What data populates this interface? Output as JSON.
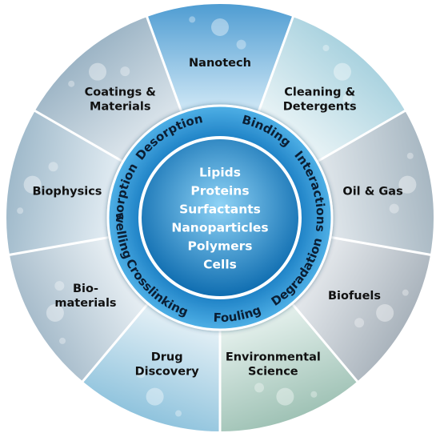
{
  "segments": [
    {
      "lines": [
        "Biophysics"
      ],
      "icon": "bubble-spheres-icon",
      "colors": [
        "#dfeaf1",
        "#9fb9ca"
      ]
    },
    {
      "lines": [
        "Coatings &",
        "Materials"
      ],
      "icon": "coated-surface-icon",
      "colors": [
        "#d9e3ea",
        "#9cb4c5"
      ]
    },
    {
      "lines": [
        "Nanotech"
      ],
      "icon": "droplet-on-nanopillars-icon",
      "colors": [
        "#c9e4f4",
        "#4e9cd2"
      ]
    },
    {
      "lines": [
        "Cleaning &",
        "Detergents"
      ],
      "icon": "foam-icon",
      "colors": [
        "#e6f2f5",
        "#a9d2df"
      ]
    },
    {
      "lines": [
        "Oil & Gas"
      ],
      "icon": "offshore-rig-icon",
      "colors": [
        "#dde4e9",
        "#a7b7c2"
      ]
    },
    {
      "lines": [
        "Biofuels"
      ],
      "icon": "fuel-cell-logo-icon",
      "colors": [
        "#e2e6ea",
        "#a9b3bc"
      ]
    },
    {
      "lines": [
        "Environmental",
        "Science"
      ],
      "icon": "water-drops-icon",
      "colors": [
        "#e1eeea",
        "#9fc2b5"
      ]
    },
    {
      "lines": [
        "Drug",
        "Discovery"
      ],
      "icon": "capsule-icon",
      "colors": [
        "#e0eef5",
        "#8fc3dd"
      ]
    },
    {
      "lines": [
        "Bio-",
        "materials"
      ],
      "icon": "implant-icon",
      "colors": [
        "#e5edf2",
        "#a7bccb"
      ]
    }
  ],
  "ring_words": [
    {
      "text": "Desorption"
    },
    {
      "text": "Binding"
    },
    {
      "text": "Interactions"
    },
    {
      "text": "Degradation"
    },
    {
      "text": "Fouling"
    },
    {
      "text": "Crosslinking"
    },
    {
      "text": "Swelling"
    },
    {
      "text": "Adsorption"
    }
  ],
  "center_items": [
    "Lipids",
    "Proteins",
    "Surfactants",
    "Nanoparticles",
    "Polymers",
    "Cells"
  ],
  "colors": {
    "ring": "#1c7fc4",
    "ring_light": "#4fb0e6",
    "center_light": "#8fd3f6",
    "center_dark": "#0b6aae",
    "divider": "#ffffff"
  }
}
